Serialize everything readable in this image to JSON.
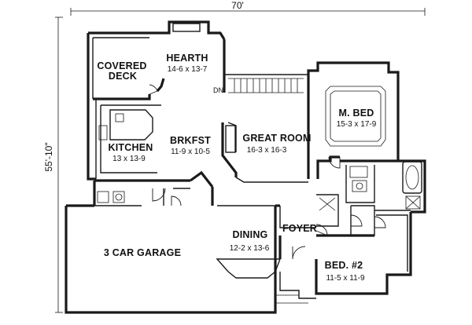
{
  "dimensions": {
    "width": "70'",
    "depth": "55'-10\""
  },
  "rooms": {
    "hearth": {
      "name": "HEARTH",
      "size": "14-6 x 13-7"
    },
    "covered_deck": {
      "name_line1": "COVERED",
      "name_line2": "DECK"
    },
    "kitchen": {
      "name": "KITCHEN",
      "size": "13 x 13-9"
    },
    "brkfst": {
      "name": "BRKFST",
      "size": "11-9 x 10-5"
    },
    "great_room": {
      "name": "GREAT ROOM",
      "size": "16-3 x 16-3"
    },
    "master_bed": {
      "name": "M. BED",
      "size": "15-3 x 17-9"
    },
    "dining": {
      "name": "DINING",
      "size": "12-2 x 13-6"
    },
    "foyer": {
      "name": "FOYER"
    },
    "bed2": {
      "name": "BED. #2",
      "size": "11-5 x 11-9"
    },
    "garage": {
      "name": "3 CAR GARAGE"
    }
  },
  "stair_label": "DN"
}
